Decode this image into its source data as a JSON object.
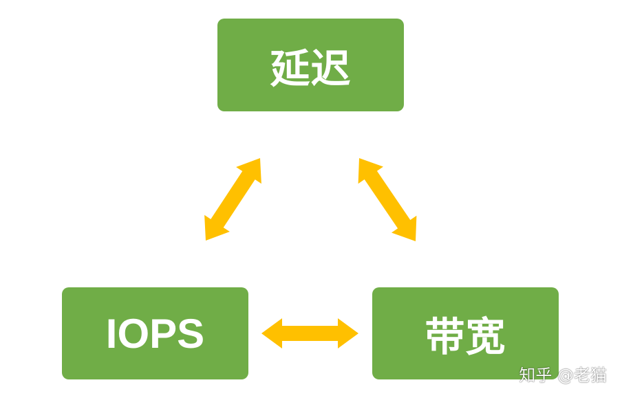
{
  "nodes": {
    "latency": "延迟",
    "iops": "IOPS",
    "bandwidth": "带宽"
  },
  "watermark": "知乎 @老猫",
  "colors": {
    "node_fill": "#70ad47",
    "node_text": "#ffffff",
    "arrow": "#ffc000",
    "background": "#ffffff"
  },
  "edges": [
    {
      "from": "latency",
      "to": "iops",
      "style": "double-headed-arrow"
    },
    {
      "from": "latency",
      "to": "bandwidth",
      "style": "double-headed-arrow"
    },
    {
      "from": "iops",
      "to": "bandwidth",
      "style": "double-headed-arrow"
    }
  ]
}
